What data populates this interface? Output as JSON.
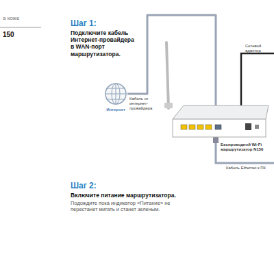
{
  "diagram": {
    "nodes": [
      {
        "text": [
          "Интернет"
        ]
      },
      {
        "text": [
          "Беспроводной Wi-Fi маршрутизатор N150"
        ]
      }
    ],
    "edges": [
      {
        "from": 0,
        "to": 1,
        "arrow": "none",
        "label": "Кабель от интернет-провайдера"
      }
    ],
    "labels": [
      "а коже",
      "150",
      "Шаг 1:",
      "Подключите кабель Интернет-провайдера в WAN-порт маршрутизатора.",
      "Сетевой адаптер",
      "Кабель Ethernet к ПК",
      "Шаг 2:",
      "Включите питание маршрутизатора.",
      "Подождите пока индикатор «Питание» не перестанет мигать и станет зеленым."
    ]
  }
}
